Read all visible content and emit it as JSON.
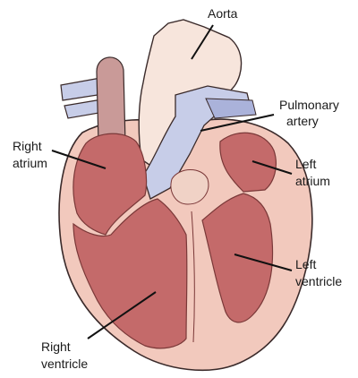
{
  "labels": {
    "aorta": "Aorta",
    "pulmonary_line1": "Pulmonary",
    "pulmonary_line2": "artery",
    "right_atrium_line1": "Right",
    "right_atrium_line2": "atrium",
    "left_atrium_line1": "Left",
    "left_atrium_line2": "atrium",
    "left_ventricle_line1": "Left",
    "left_ventricle_line2": "ventricle",
    "right_ventricle_line1": "Right",
    "right_ventricle_line2": "ventricle"
  },
  "colors": {
    "outer_heart": "#f2c9bd",
    "chamber": "#c46a6a",
    "chamber_dark": "#a84e52",
    "aorta": "#f7e5dc",
    "vessel_blue": "#c7cde8",
    "vessel_blue_dark": "#9aa3cf",
    "outline": "#3a2a2a"
  }
}
